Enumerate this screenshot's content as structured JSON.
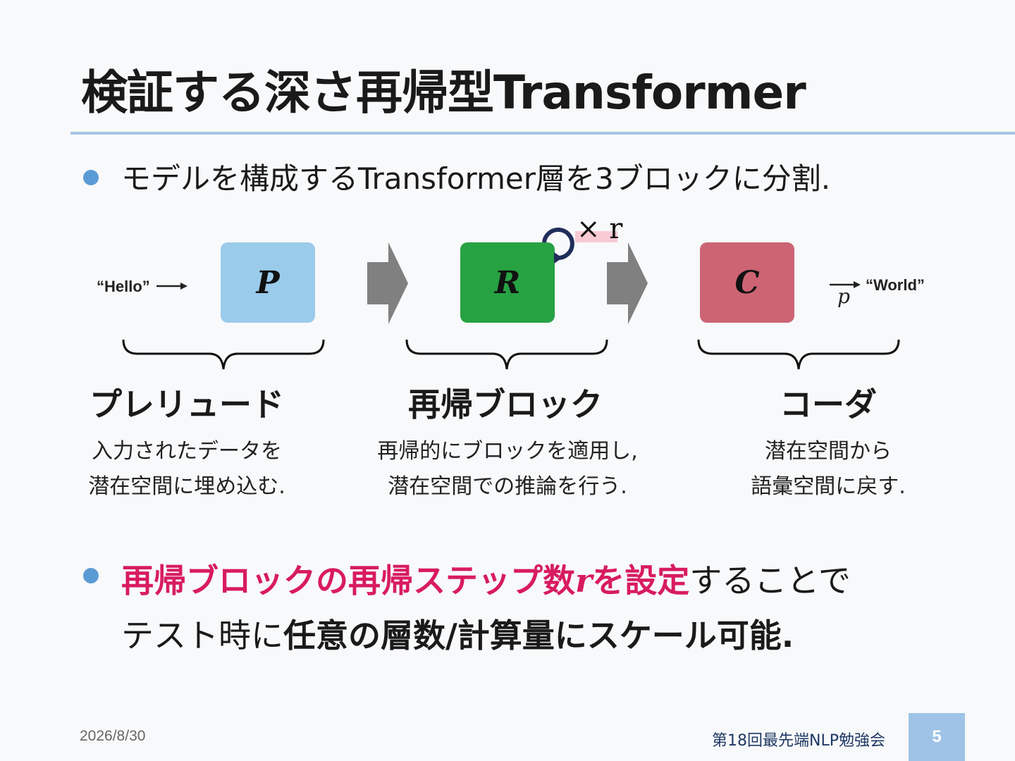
{
  "slide": {
    "title": "検証する深さ再帰型Transformer",
    "bullet1": "モデルを構成するTransformer層を3ブロックに分割."
  },
  "diagram": {
    "input_label": "“Hello”",
    "output_label": "“World”",
    "output_symbol": "p",
    "repeat_label": "× r",
    "colors": {
      "prelude": "#9bcbeb",
      "recur": "#27a243",
      "coda": "#cc6474",
      "arrow": "#808080",
      "loop": "#1f2d5a",
      "repeat_bg": "#f9c9d4"
    },
    "stages": [
      {
        "symbol": "P",
        "name": "プレリュード",
        "desc_line1": "入力されたデータを",
        "desc_line2": "潜在空間に埋め込む."
      },
      {
        "symbol": "R",
        "name": "再帰ブロック",
        "desc_line1": "再帰的にブロックを適用し,",
        "desc_line2": "潜在空間での推論を行う."
      },
      {
        "symbol": "C",
        "name": "コーダ",
        "desc_line1": "潜在空間から",
        "desc_line2": "語彙空間に戻す."
      }
    ]
  },
  "bullet2": {
    "highlight_a": "再帰ブロックの再帰ステップ数",
    "highlight_var": "r",
    "highlight_b": "を設定",
    "text_a": "することで",
    "text_b": "テスト時に",
    "bold_tail": "任意の層数/計算量にスケール可能."
  },
  "footer": {
    "date": "2026/8/30",
    "event": "第18回最先端NLP勉強会",
    "page": "5"
  }
}
